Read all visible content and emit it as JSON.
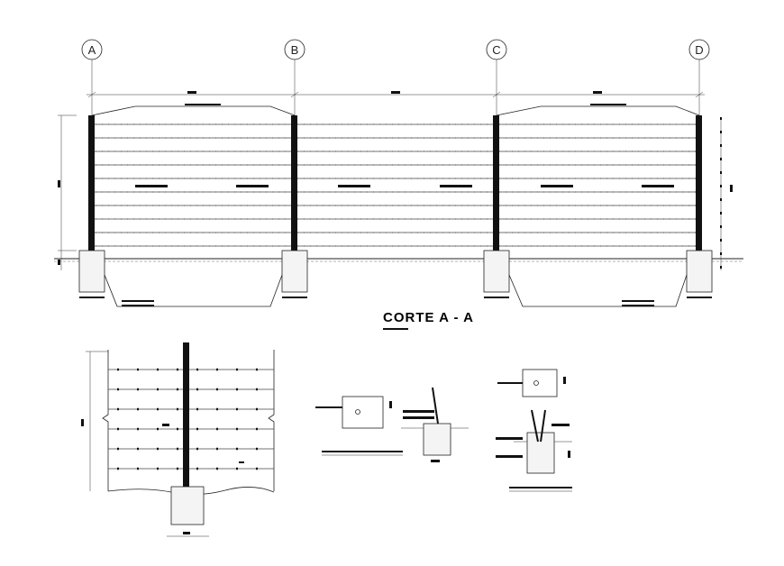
{
  "drawing": {
    "section_title": "CORTE A - A",
    "axes": [
      {
        "label": "A"
      },
      {
        "label": "B"
      },
      {
        "label": "C"
      },
      {
        "label": "D"
      }
    ],
    "colors": {
      "ink": "#111111",
      "background": "#ffffff"
    }
  }
}
